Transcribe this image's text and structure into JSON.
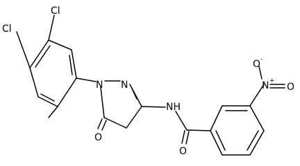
{
  "structure": {
    "atoms": {
      "cl_top": "Cl",
      "cl_left": "Cl",
      "n1": "N",
      "n2": "N",
      "o_ketone": "O",
      "nh": "NH",
      "o_amide": "O",
      "n_nitro": "N",
      "n_nitro_charge": "+",
      "o_nitro_minus": "O",
      "o_nitro_minus_charge": "-",
      "o_nitro_double": "O"
    }
  }
}
